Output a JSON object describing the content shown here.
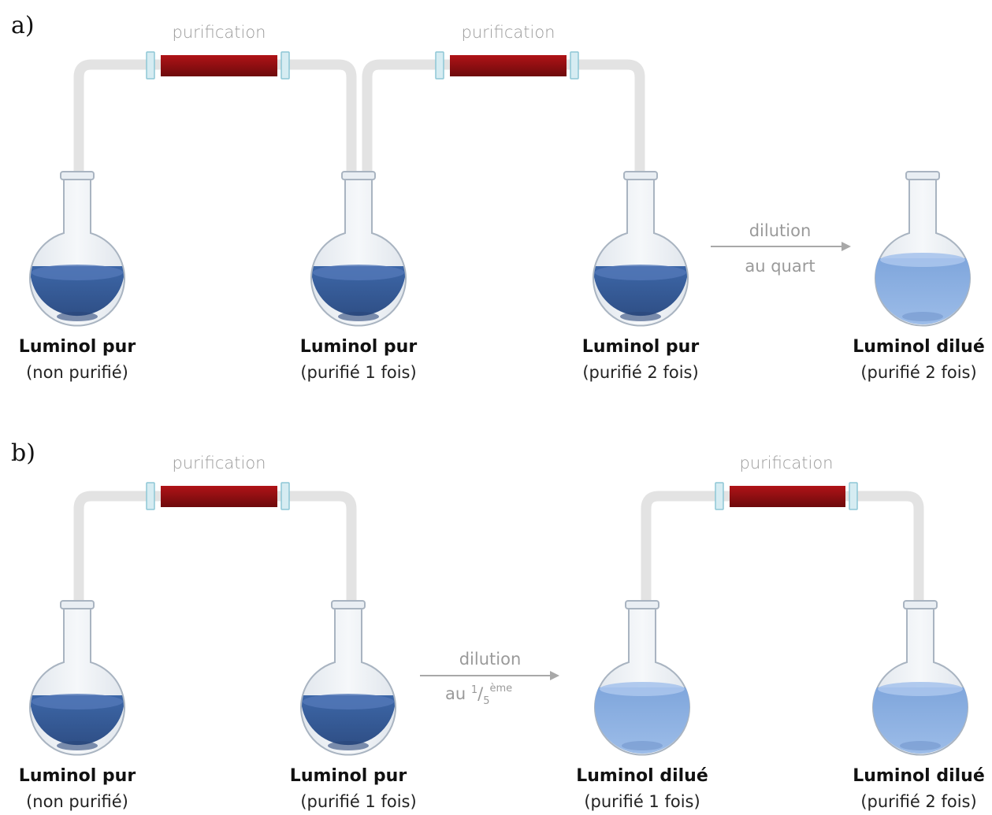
{
  "panels": {
    "a": {
      "label": "a)",
      "purification_1": "purification",
      "purification_2": "purification",
      "dilution_line1": "dilution",
      "dilution_line2": "au quart",
      "flasks": [
        {
          "name": "Luminol pur",
          "sub": "(non purifié)",
          "liquid": "dark"
        },
        {
          "name": "Luminol pur",
          "sub": "(purifié 1 fois)",
          "liquid": "dark"
        },
        {
          "name": "Luminol pur",
          "sub": "(purifié 2 fois)",
          "liquid": "dark"
        },
        {
          "name": "Luminol dilué",
          "sub": "(purifié 2 fois)",
          "liquid": "light"
        }
      ]
    },
    "b": {
      "label": "b)",
      "purification_1": "purification",
      "purification_2": "purification",
      "dilution_line1": "dilution",
      "dilution_au": "au ",
      "dilution_num": "1",
      "dilution_slash": "/",
      "dilution_den": "5",
      "dilution_sup": "ème",
      "flasks": [
        {
          "name": "Luminol pur",
          "sub": "(non purifié)",
          "liquid": "dark"
        },
        {
          "name": "Luminol pur",
          "sub": "(purifié 1 fois)",
          "liquid": "dark"
        },
        {
          "name": "Luminol dilué",
          "sub": "(purifié 1 fois)",
          "liquid": "light"
        },
        {
          "name": "Luminol dilué",
          "sub": "(purifié 2 fois)",
          "liquid": "light"
        }
      ]
    }
  },
  "colors": {
    "dark_liquid": "#3f5f9a",
    "light_liquid": "#8fb0e0",
    "column": "#8b0e10",
    "tube": "#e3e3e3",
    "arrow": "#a8a8a8"
  }
}
